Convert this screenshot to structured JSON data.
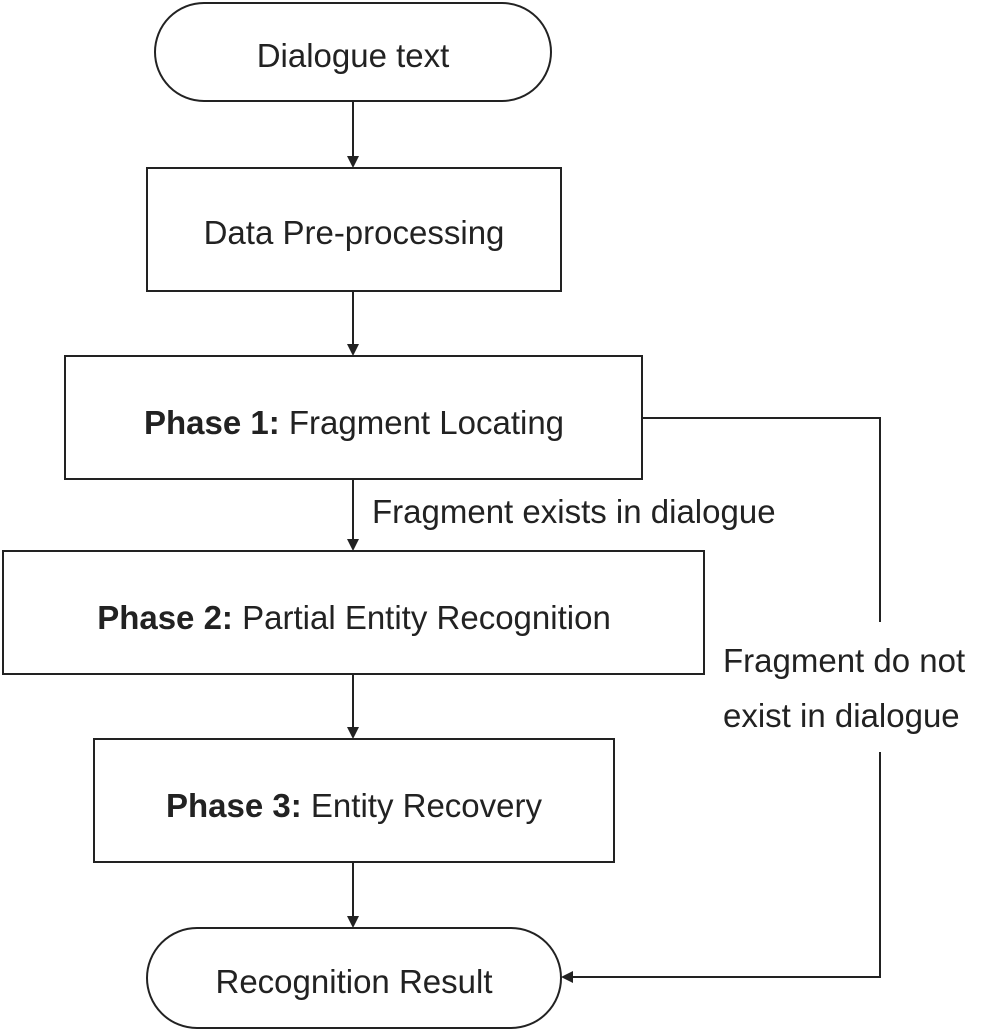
{
  "nodes": {
    "start": {
      "label": "Dialogue text"
    },
    "preprocess": {
      "label": "Data Pre-processing"
    },
    "phase1": {
      "prefix": "Phase 1:",
      "label": "Fragment Locating"
    },
    "phase2": {
      "prefix": "Phase 2:",
      "label": "Partial Entity Recognition"
    },
    "phase3": {
      "prefix": "Phase 3:",
      "label": "Entity Recovery"
    },
    "end": {
      "label": "Recognition Result"
    }
  },
  "edges": {
    "exists_label": "Fragment exists in dialogue",
    "not_exists_label_line1": "Fragment do not",
    "not_exists_label_line2": "exist in dialogue"
  },
  "colors": {
    "stroke": "#222222",
    "text": "#222222",
    "background": "#ffffff"
  }
}
